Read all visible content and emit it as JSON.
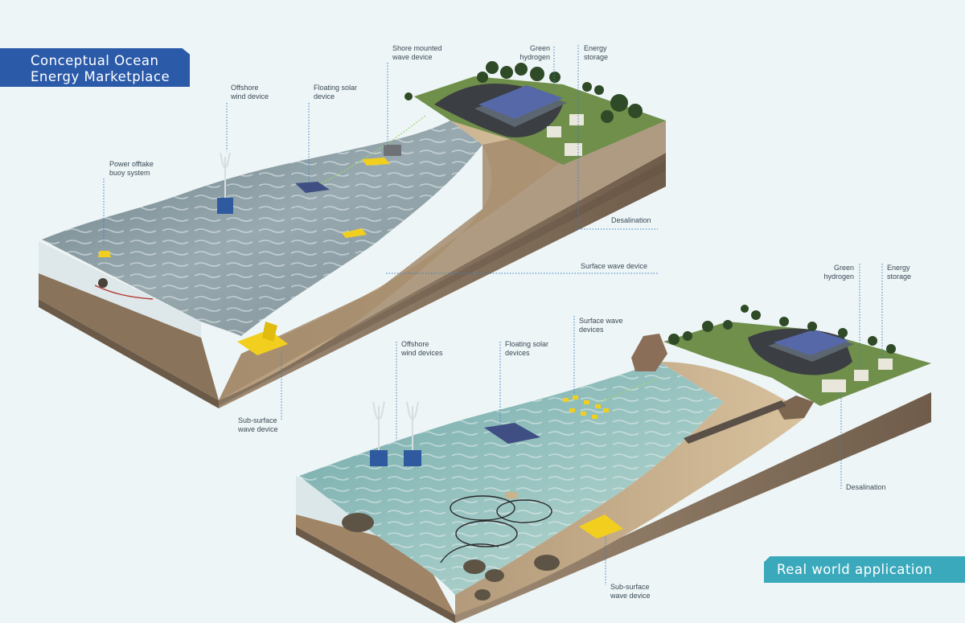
{
  "banners": {
    "main_title_line1": "Conceptual Ocean",
    "main_title_line2": "Energy Marketplace",
    "real_world": "Real world application"
  },
  "conceptual_labels": {
    "power_offtake_1": "Power offtake",
    "power_offtake_2": "buoy system",
    "offshore_wind_1": "Offshore",
    "offshore_wind_2": "wind device",
    "floating_solar_1": "Floating solar",
    "floating_solar_2": "device",
    "shore_mounted_1": "Shore mounted",
    "shore_mounted_2": "wave device",
    "green_hydrogen_1": "Green",
    "green_hydrogen_2": "hydrogen",
    "energy_storage_1": "Energy",
    "energy_storage_2": "storage",
    "desalination": "Desalination",
    "surface_wave": "Surface wave device",
    "sub_surface_1": "Sub-surface",
    "sub_surface_2": "wave device"
  },
  "real_labels": {
    "green_hydrogen_1": "Green",
    "green_hydrogen_2": "hydrogen",
    "energy_storage_1": "Energy",
    "energy_storage_2": "storage",
    "surface_wave_1": "Surface wave",
    "surface_wave_2": "devices",
    "offshore_wind_1": "Offshore",
    "offshore_wind_2": "wind devices",
    "floating_solar_1": "Floating solar",
    "floating_solar_2": "devices",
    "desalination": "Desalination",
    "sub_surface_1": "Sub-surface",
    "sub_surface_2": "wave device"
  },
  "colors": {
    "background": "#eef5f7",
    "banner_blue": "#2a5aa8",
    "banner_teal": "#3aa9bc",
    "leader_line": "#3b7fc0",
    "device_yellow": "#f2cf1e",
    "device_blue": "#2f5aa0",
    "sand": "#c9b08c",
    "grass": "#6f8f4a",
    "soil": "#8a735c",
    "water": "#8fa3a8"
  }
}
